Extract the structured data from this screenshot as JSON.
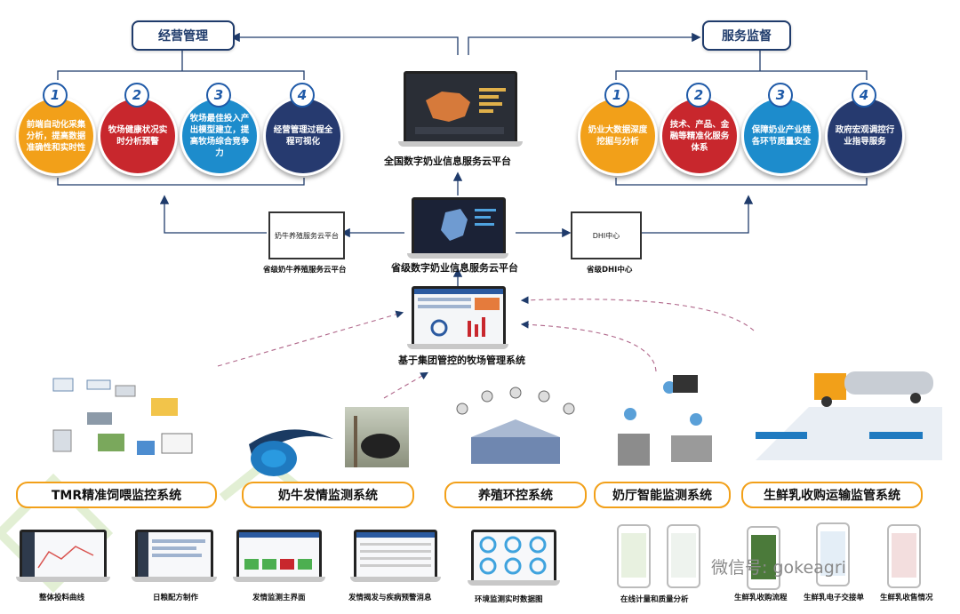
{
  "top_left_box": "经营管理",
  "top_right_box": "服务监督",
  "left_items": [
    {
      "num": "1",
      "text": "前端自动化采集分析，提高数据准确性和实时性",
      "color": "#f2a019"
    },
    {
      "num": "2",
      "text": "牧场健康状况实时分析预警",
      "color": "#c8272d"
    },
    {
      "num": "3",
      "text": "牧场最佳投入产出模型建立，提高牧场综合竞争力",
      "color": "#1d8ccc"
    },
    {
      "num": "4",
      "text": "经营管理过程全程可视化",
      "color": "#263a6f"
    }
  ],
  "right_items": [
    {
      "num": "1",
      "text": "奶业大数据深度挖掘与分析",
      "color": "#f2a019"
    },
    {
      "num": "2",
      "text": "技术、产品、金融等精准化服务体系",
      "color": "#c8272d"
    },
    {
      "num": "3",
      "text": "保障奶业产业链各环节质量安全",
      "color": "#1d8ccc"
    },
    {
      "num": "4",
      "text": "政府宏观调控行业指导服务",
      "color": "#263a6f"
    }
  ],
  "national_platform": "全国数字奶业信息服务云平台",
  "provincial_platform": "省级数字奶业信息服务云平台",
  "left_monitor_screen": "奶牛养殖服务云平台",
  "left_monitor_caption": "省级奶牛养殖服务云平台",
  "right_monitor_screen": "DHI中心",
  "right_monitor_caption": "省级DHI中心",
  "ranch_system": "基于集团管控的牧场管理系统",
  "systems": [
    "TMR精准饲喂监控系统",
    "奶牛发情监测系统",
    "养殖环控系统",
    "奶厅智能监测系统",
    "生鲜乳收购运输监管系统"
  ],
  "bottom_captions": [
    "整体投料曲线",
    "日粮配方制作",
    "发情监测主界面",
    "发情揭发与疾病预警消息",
    "环境监测实时数据图",
    "在线计量和质量分析",
    "生鲜乳收购流程",
    "生鲜乳电子交接单",
    "生鲜乳收售情况"
  ],
  "watermark": "微信号: gokeagri"
}
